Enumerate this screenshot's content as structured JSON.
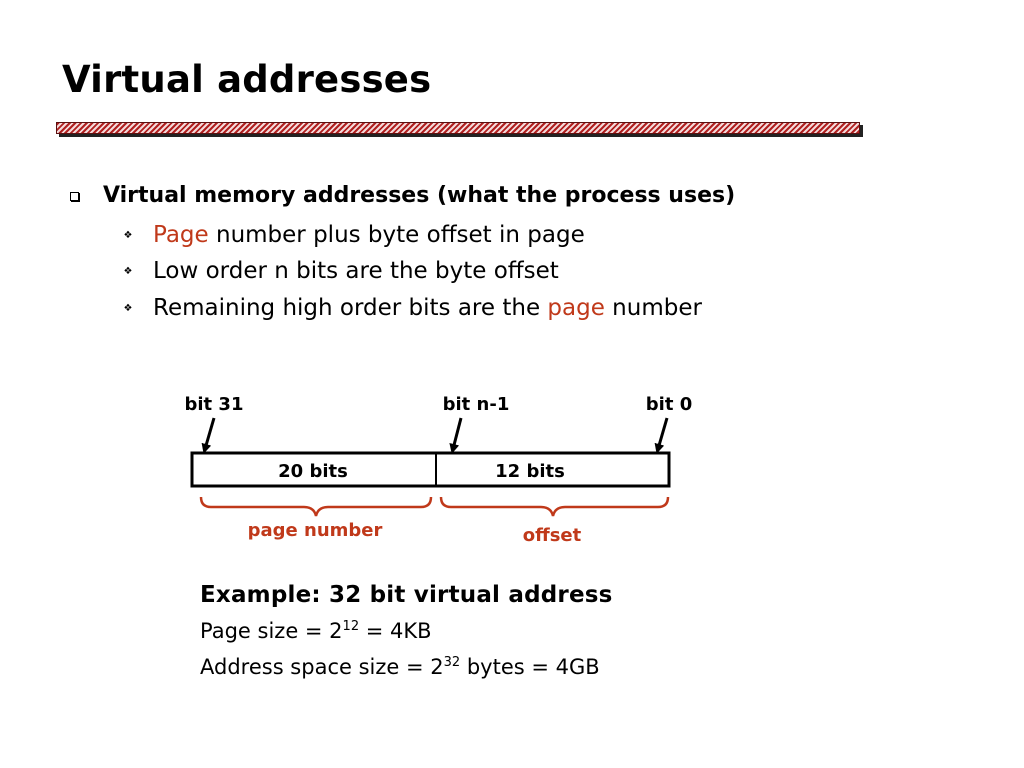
{
  "slide": {
    "title": "Virtual addresses"
  },
  "bullets": {
    "main": "Virtual memory addresses (what the process uses)",
    "sub": [
      {
        "highlight": "Page",
        "text": " number plus byte offset in page"
      },
      {
        "text": "Low order n bits are the byte offset"
      },
      {
        "text": "Remaining high order bits are the ",
        "highlight": "page",
        "text_after": " number"
      }
    ]
  },
  "diagram": {
    "bit_labels": {
      "high": "bit 31",
      "mid": "bit n-1",
      "low": "bit 0"
    },
    "fields": {
      "page_bits": "20 bits",
      "offset_bits": "12 bits"
    },
    "brace_labels": {
      "page": "page number",
      "offset": "offset"
    }
  },
  "example": {
    "heading": "Example: 32 bit virtual address",
    "page_size": {
      "prefix": "Page size = 2",
      "exp": "12",
      "suffix": " = 4KB"
    },
    "address_space": {
      "prefix": "Address space size = 2",
      "exp": "32",
      "suffix": " bytes = 4GB"
    }
  },
  "colors": {
    "accent": "#c0391a",
    "text": "#000000"
  },
  "icons": {
    "main_bullet": "square-bullet-icon",
    "sub_bullet": "diamond-bullet-icon",
    "pointer": "arrow-icon"
  }
}
